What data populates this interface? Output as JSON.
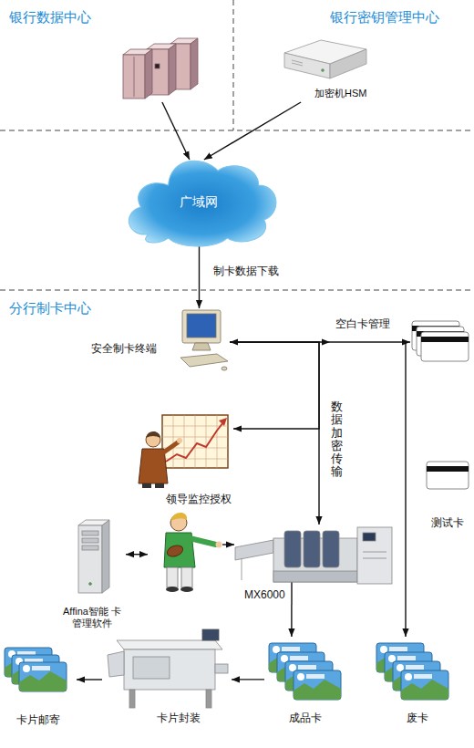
{
  "diagram": {
    "nodes": [
      {
        "text": [
          "银行数据中心"
        ]
      },
      {
        "text": [
          "银行密钥管理中心",
          "加密机HSM"
        ]
      },
      {
        "text": [
          "广域网"
        ]
      },
      {
        "text": [
          "安全制卡终端"
        ]
      },
      {
        "text": [
          "空白卡管理"
        ]
      },
      {
        "text": [
          "领导监控授权"
        ]
      },
      {
        "text": [
          "测试卡"
        ]
      },
      {
        "text": [
          "Affina智能 卡管理软件"
        ]
      },
      {
        "text": [
          "MX6000"
        ]
      },
      {
        "text": [
          "卡片邮寄"
        ]
      },
      {
        "text": [
          "卡片封装"
        ]
      },
      {
        "text": [
          "成品卡"
        ]
      },
      {
        "text": [
          "废卡"
        ]
      }
    ],
    "edges": [
      {
        "from": 0,
        "to": 2,
        "arrow": "to"
      },
      {
        "from": 1,
        "to": 2,
        "arrow": "to"
      },
      {
        "from": 2,
        "to": 3,
        "label": "制卡数据下载",
        "arrow": "to"
      },
      {
        "from": 3,
        "to": 4,
        "arrow": "both"
      },
      {
        "from": 3,
        "to": 5,
        "arrow": "to"
      },
      {
        "from": 3,
        "to": 8,
        "label": "数据加密传输",
        "arrow": "to"
      },
      {
        "from": 4,
        "to": 12,
        "arrow": "to"
      },
      {
        "from": 7,
        "to": 8,
        "arrow": "both"
      },
      {
        "from": 8,
        "to": 11,
        "arrow": "to"
      },
      {
        "from": 11,
        "to": 10,
        "arrow": "to"
      },
      {
        "from": 10,
        "to": 9,
        "arrow": "to"
      }
    ],
    "labels": [
      "分行制卡中心"
    ]
  }
}
